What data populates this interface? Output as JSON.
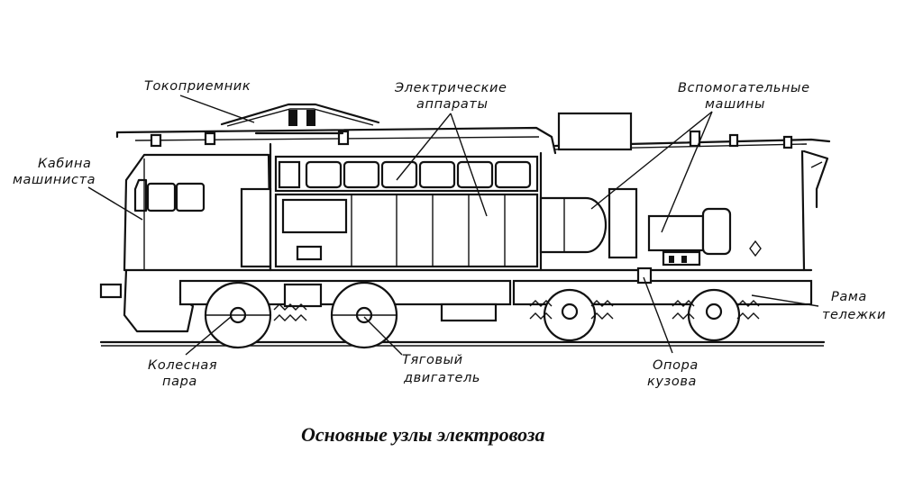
{
  "labels": {
    "pantograph": "Токоприемник",
    "electrical_apparatus_1": "Электрические",
    "electrical_apparatus_2": "аппараты",
    "auxiliary_machines_1": "Вспомогательные",
    "auxiliary_machines_2": "машины",
    "driver_cab_1": "Кабина",
    "driver_cab_2": "машиниста",
    "bogie_frame_1": "Рама",
    "bogie_frame_2": "тележки",
    "wheelset_1": "Колесная",
    "wheelset_2": "пара",
    "traction_motor_1": "Тяговый",
    "traction_motor_2": "двигатель",
    "body_support_1": "Опора",
    "body_support_2": "кузова"
  },
  "caption": "Основные узлы электровоза"
}
